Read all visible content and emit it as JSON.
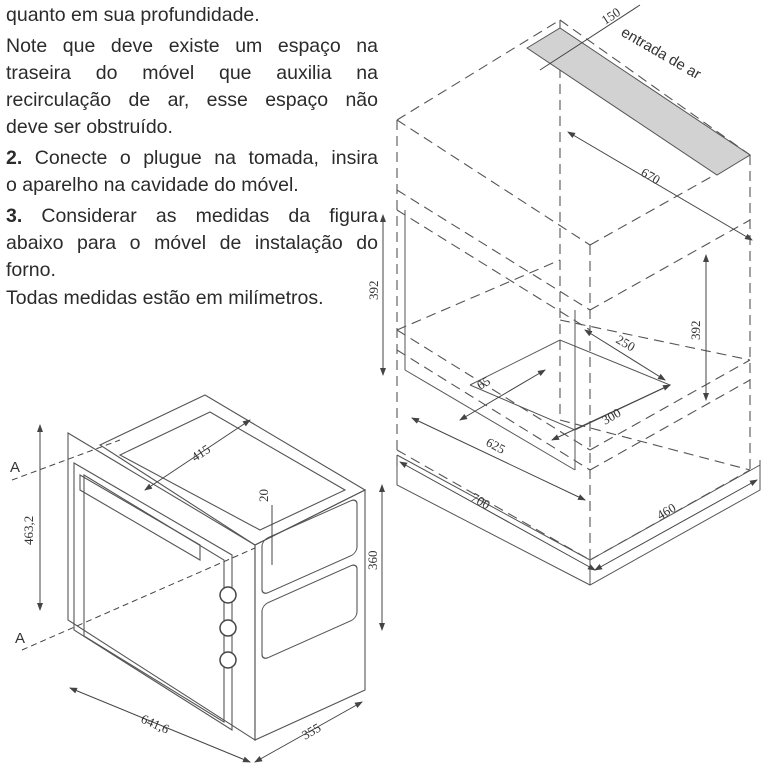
{
  "text": {
    "line0": "quanto em sua profundidade.",
    "line1_a": "Note que deve existe um espaço na",
    "line1_b": "traseira do móvel que auxilia na",
    "line1_c": "recirculação de ar, esse espaço não",
    "line1_d": "deve ser obstruído.",
    "step2_num": "2.",
    "step2_a": " Conecte o plugue na tomada, insira",
    "step2_b": "o aparelho na cavidade do móvel.",
    "step3_num": "3.",
    "step3_a": " Considerar as medidas da figura",
    "step3_b": "abaixo para o móvel de instalação do",
    "step3_c": "forno.",
    "note": "Todas medidas estão em milímetros."
  },
  "cabinet_diagram": {
    "air_inlet_label": "entrada de ar",
    "dim_150": "150",
    "dim_670": "670",
    "dim_392_left": "392",
    "dim_392_right": "392",
    "dim_250": "250",
    "dim_65": "65",
    "dim_300": "300",
    "dim_625": "625",
    "dim_700": "700",
    "dim_460": "460"
  },
  "oven_diagram": {
    "dim_415": "415",
    "dim_463": "463,2",
    "dim_20": "20",
    "dim_360": "360",
    "dim_641": "641,6",
    "dim_355": "355",
    "section_label_top": "A",
    "section_label_bottom": "A"
  },
  "colors": {
    "air_inlet_fill": "#d2d2d2",
    "line": "#444444",
    "text": "#2b2b2b"
  }
}
